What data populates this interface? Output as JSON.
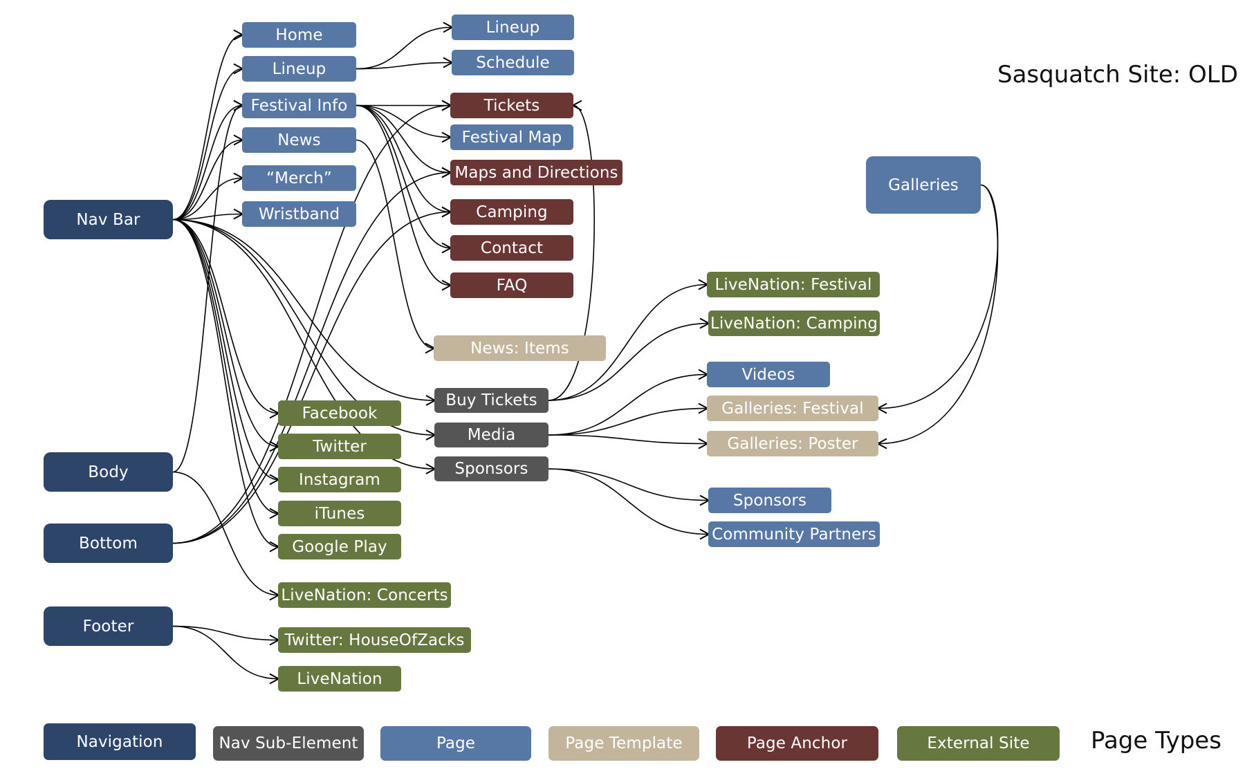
{
  "title": "Sasquatch Site: OLD",
  "legend_title": "Page Types",
  "colors": {
    "navigation": "#2c4569",
    "sub": "#555555",
    "page": "#5778a5",
    "template": "#c2b59c",
    "anchor": "#6a3633",
    "external": "#66783f"
  },
  "nodes": [
    {
      "id": "navbar",
      "label": "Nav Bar",
      "type": "navigation"
    },
    {
      "id": "body",
      "label": "Body",
      "type": "navigation"
    },
    {
      "id": "bottom",
      "label": "Bottom",
      "type": "navigation"
    },
    {
      "id": "footer",
      "label": "Footer",
      "type": "navigation"
    },
    {
      "id": "home",
      "label": "Home",
      "type": "page"
    },
    {
      "id": "lineup1",
      "label": "Lineup",
      "type": "page"
    },
    {
      "id": "festinfo",
      "label": "Festival Info",
      "type": "page"
    },
    {
      "id": "news",
      "label": "News",
      "type": "page"
    },
    {
      "id": "merch",
      "label": "“Merch”",
      "type": "page"
    },
    {
      "id": "wristband",
      "label": "Wristband",
      "type": "page"
    },
    {
      "id": "lineup2",
      "label": "Lineup",
      "type": "page"
    },
    {
      "id": "schedule",
      "label": "Schedule",
      "type": "page"
    },
    {
      "id": "tickets",
      "label": "Tickets",
      "type": "anchor"
    },
    {
      "id": "festmap",
      "label": "Festival Map",
      "type": "page"
    },
    {
      "id": "maps",
      "label": "Maps and Directions",
      "type": "anchor"
    },
    {
      "id": "camping",
      "label": "Camping",
      "type": "anchor"
    },
    {
      "id": "contact",
      "label": "Contact",
      "type": "anchor"
    },
    {
      "id": "faq",
      "label": "FAQ",
      "type": "anchor"
    },
    {
      "id": "newsitems",
      "label": "News: Items",
      "type": "template"
    },
    {
      "id": "buytickets",
      "label": "Buy Tickets",
      "type": "sub"
    },
    {
      "id": "media",
      "label": "Media",
      "type": "sub"
    },
    {
      "id": "sponsorsub",
      "label": "Sponsors",
      "type": "sub"
    },
    {
      "id": "facebook",
      "label": "Facebook",
      "type": "external"
    },
    {
      "id": "twitter",
      "label": "Twitter",
      "type": "external"
    },
    {
      "id": "instagram",
      "label": "Instagram",
      "type": "external"
    },
    {
      "id": "itunes",
      "label": "iTunes",
      "type": "external"
    },
    {
      "id": "googleplay",
      "label": "Google Play",
      "type": "external"
    },
    {
      "id": "lnconcerts",
      "label": "LiveNation: Concerts",
      "type": "external"
    },
    {
      "id": "twhouse",
      "label": "Twitter: HouseOfZacks",
      "type": "external"
    },
    {
      "id": "livenation",
      "label": "LiveNation",
      "type": "external"
    },
    {
      "id": "galleries",
      "label": "Galleries",
      "type": "page"
    },
    {
      "id": "lnfestival",
      "label": "LiveNation: Festival",
      "type": "external"
    },
    {
      "id": "lncamping",
      "label": "LiveNation: Camping",
      "type": "external"
    },
    {
      "id": "videos",
      "label": "Videos",
      "type": "page"
    },
    {
      "id": "galfest",
      "label": "Galleries: Festival",
      "type": "template"
    },
    {
      "id": "galposter",
      "label": "Galleries: Poster",
      "type": "template"
    },
    {
      "id": "sponsorspage",
      "label": "Sponsors",
      "type": "page"
    },
    {
      "id": "community",
      "label": "Community Partners",
      "type": "page"
    }
  ],
  "legend": [
    {
      "label": "Navigation",
      "type": "navigation"
    },
    {
      "label": "Nav Sub-Element",
      "type": "sub"
    },
    {
      "label": "Page",
      "type": "page"
    },
    {
      "label": "Page Template",
      "type": "template"
    },
    {
      "label": "Page Anchor",
      "type": "anchor"
    },
    {
      "label": "External Site",
      "type": "external"
    }
  ],
  "edges": [
    [
      "navbar",
      "home"
    ],
    [
      "navbar",
      "lineup1"
    ],
    [
      "navbar",
      "festinfo"
    ],
    [
      "navbar",
      "news"
    ],
    [
      "navbar",
      "merch"
    ],
    [
      "navbar",
      "wristband"
    ],
    [
      "navbar",
      "facebook"
    ],
    [
      "navbar",
      "twitter"
    ],
    [
      "navbar",
      "instagram"
    ],
    [
      "navbar",
      "itunes"
    ],
    [
      "navbar",
      "googleplay"
    ],
    [
      "navbar",
      "buytickets"
    ],
    [
      "navbar",
      "media"
    ],
    [
      "navbar",
      "sponsorsub"
    ],
    [
      "body",
      "festinfo"
    ],
    [
      "body",
      "lnconcerts"
    ],
    [
      "bottom",
      "tickets"
    ],
    [
      "bottom",
      "maps"
    ],
    [
      "bottom",
      "camping"
    ],
    [
      "footer",
      "twhouse"
    ],
    [
      "footer",
      "livenation"
    ],
    [
      "lineup1",
      "lineup2"
    ],
    [
      "lineup1",
      "schedule"
    ],
    [
      "festinfo",
      "tickets"
    ],
    [
      "festinfo",
      "festmap"
    ],
    [
      "festinfo",
      "maps"
    ],
    [
      "festinfo",
      "camping"
    ],
    [
      "festinfo",
      "contact"
    ],
    [
      "festinfo",
      "faq"
    ],
    [
      "news",
      "newsitems"
    ],
    [
      "buytickets",
      "tickets"
    ],
    [
      "buytickets",
      "lnfestival"
    ],
    [
      "buytickets",
      "lncamping"
    ],
    [
      "media",
      "videos"
    ],
    [
      "media",
      "galfest"
    ],
    [
      "media",
      "galposter"
    ],
    [
      "sponsorsub",
      "sponsorspage"
    ],
    [
      "sponsorsub",
      "community"
    ],
    [
      "galleries",
      "galfest"
    ],
    [
      "galleries",
      "galposter"
    ]
  ]
}
